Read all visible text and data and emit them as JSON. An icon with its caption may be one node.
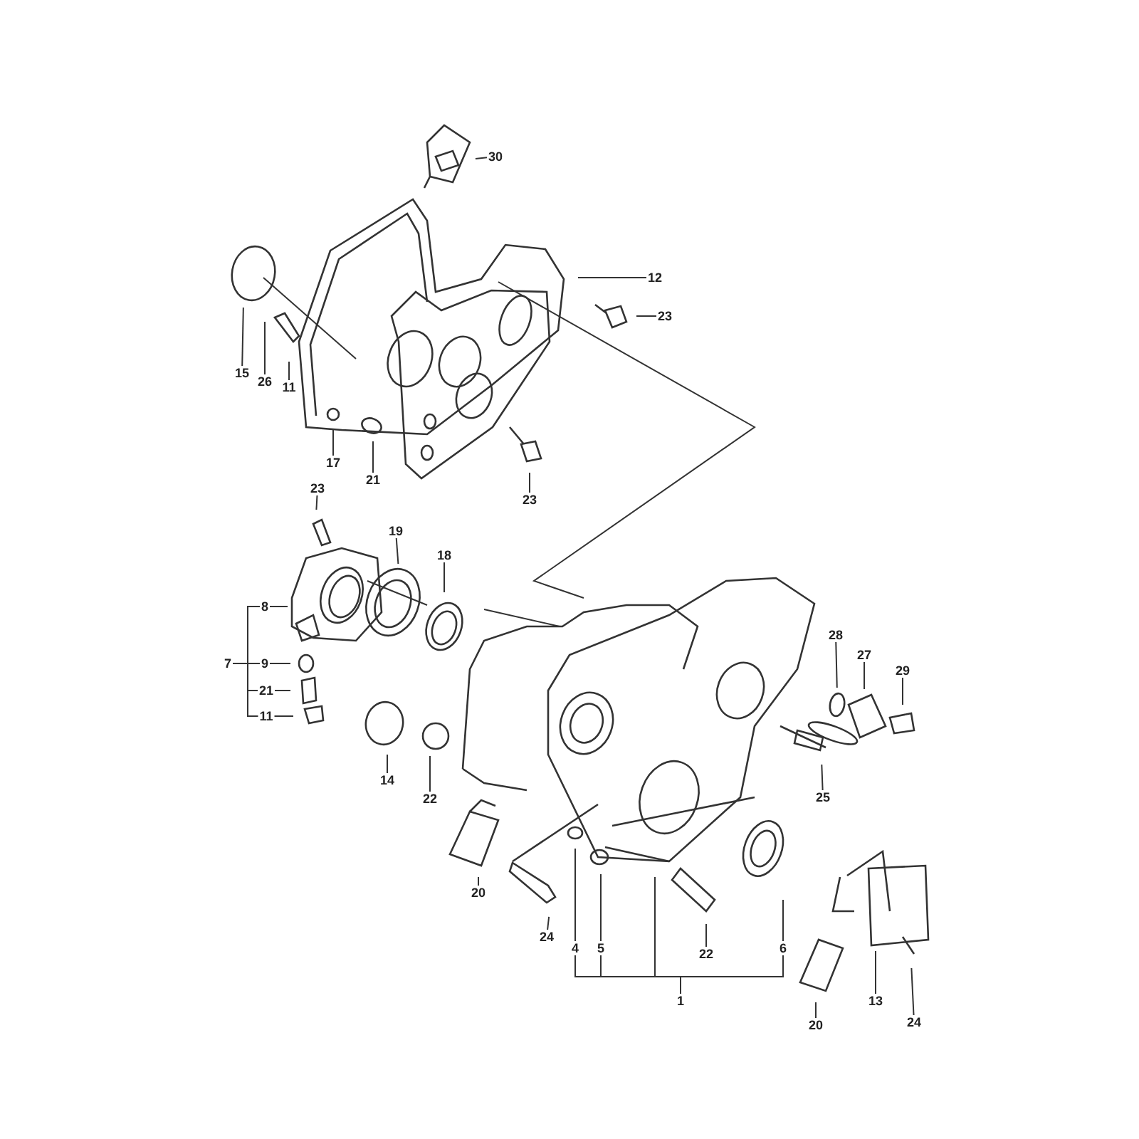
{
  "diagram": {
    "nodes": [
      {
        "text": [
          "30"
        ]
      },
      {
        "text": [
          "12"
        ]
      },
      {
        "text": [
          "23"
        ]
      },
      {
        "text": [
          "15"
        ]
      },
      {
        "text": [
          "26"
        ]
      },
      {
        "text": [
          "11"
        ]
      },
      {
        "text": [
          "17"
        ]
      },
      {
        "text": [
          "21"
        ]
      },
      {
        "text": [
          "23"
        ]
      },
      {
        "text": [
          "23"
        ]
      },
      {
        "text": [
          "19"
        ]
      },
      {
        "text": [
          "18"
        ]
      },
      {
        "text": [
          "8"
        ]
      },
      {
        "text": [
          "9"
        ]
      },
      {
        "text": [
          "21"
        ]
      },
      {
        "text": [
          "11"
        ]
      },
      {
        "text": [
          "14"
        ]
      },
      {
        "text": [
          "22"
        ]
      },
      {
        "text": [
          "28"
        ]
      },
      {
        "text": [
          "27"
        ]
      },
      {
        "text": [
          "29"
        ]
      },
      {
        "text": [
          "25"
        ]
      },
      {
        "text": [
          "20"
        ]
      },
      {
        "text": [
          "24"
        ]
      },
      {
        "text": [
          "4"
        ]
      },
      {
        "text": [
          "5"
        ]
      },
      {
        "text": [
          "22"
        ]
      },
      {
        "text": [
          "6"
        ]
      },
      {
        "text": [
          "20"
        ]
      },
      {
        "text": [
          "13"
        ]
      },
      {
        "text": [
          "24"
        ]
      },
      {
        "text": [
          "7"
        ]
      },
      {
        "text": [
          "1"
        ]
      }
    ],
    "edges": [
      {
        "from": 0,
        "to": null,
        "arrow": "none"
      },
      {
        "from": 1,
        "to": null,
        "arrow": "none"
      },
      {
        "from": 2,
        "to": null,
        "arrow": "none"
      },
      {
        "from": 3,
        "to": null,
        "arrow": "none"
      },
      {
        "from": 4,
        "to": null,
        "arrow": "none"
      },
      {
        "from": 5,
        "to": null,
        "arrow": "none"
      },
      {
        "from": 6,
        "to": null,
        "arrow": "none"
      },
      {
        "from": 7,
        "to": null,
        "arrow": "none"
      },
      {
        "from": 8,
        "to": null,
        "arrow": "none"
      },
      {
        "from": 9,
        "to": null,
        "arrow": "none"
      },
      {
        "from": 10,
        "to": null,
        "arrow": "none"
      },
      {
        "from": 11,
        "to": null,
        "arrow": "none"
      },
      {
        "from": 12,
        "to": null,
        "arrow": "none"
      },
      {
        "from": 13,
        "to": null,
        "arrow": "none"
      },
      {
        "from": 14,
        "to": null,
        "arrow": "none"
      },
      {
        "from": 15,
        "to": null,
        "arrow": "none"
      },
      {
        "from": 16,
        "to": null,
        "arrow": "none"
      },
      {
        "from": 17,
        "to": null,
        "arrow": "none"
      },
      {
        "from": 18,
        "to": null,
        "arrow": "none"
      },
      {
        "from": 19,
        "to": null,
        "arrow": "none"
      },
      {
        "from": 20,
        "to": null,
        "arrow": "none"
      },
      {
        "from": 21,
        "to": null,
        "arrow": "none"
      },
      {
        "from": 22,
        "to": null,
        "arrow": "none"
      },
      {
        "from": 23,
        "to": null,
        "arrow": "none"
      },
      {
        "from": 24,
        "to": null,
        "arrow": "none"
      },
      {
        "from": 25,
        "to": null,
        "arrow": "none"
      },
      {
        "from": 26,
        "to": null,
        "arrow": "none"
      },
      {
        "from": 27,
        "to": null,
        "arrow": "none"
      },
      {
        "from": 28,
        "to": null,
        "arrow": "none"
      },
      {
        "from": 29,
        "to": null,
        "arrow": "none"
      },
      {
        "from": 30,
        "to": null,
        "arrow": "none"
      },
      {
        "from": 31,
        "to": 12,
        "arrow": "none"
      },
      {
        "from": 31,
        "to": 13,
        "arrow": "none"
      },
      {
        "from": 31,
        "to": 14,
        "arrow": "none"
      },
      {
        "from": 31,
        "to": 15,
        "arrow": "none"
      },
      {
        "from": 32,
        "to": 24,
        "arrow": "none"
      },
      {
        "from": 32,
        "to": 25,
        "arrow": "none"
      },
      {
        "from": 32,
        "to": null,
        "arrow": "none"
      },
      {
        "from": 32,
        "to": 27,
        "arrow": "none"
      }
    ]
  }
}
